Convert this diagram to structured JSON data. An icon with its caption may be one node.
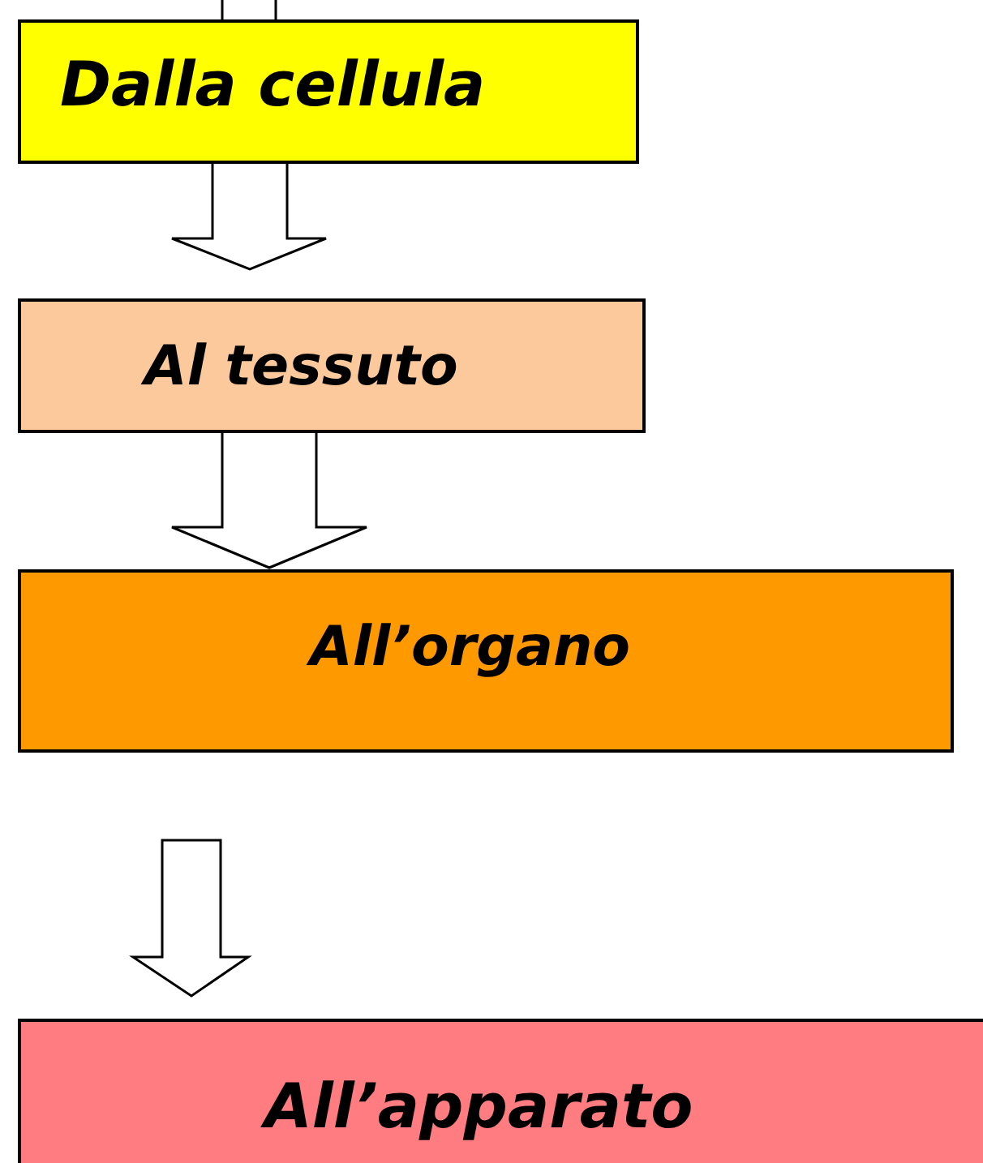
{
  "diagram": {
    "nodes": [
      {
        "text": [
          "Dalla cellula"
        ]
      },
      {
        "text": [
          "Al tessuto"
        ]
      },
      {
        "text": [
          "All’organo"
        ]
      },
      {
        "text": [
          "All’apparato"
        ]
      }
    ],
    "edges": [
      {
        "from": null,
        "to": 0,
        "arrow": "none"
      },
      {
        "from": 0,
        "to": 1,
        "arrow": "to"
      },
      {
        "from": 1,
        "to": 2,
        "arrow": "to"
      },
      {
        "from": 2,
        "to": 3,
        "arrow": "to"
      }
    ]
  }
}
